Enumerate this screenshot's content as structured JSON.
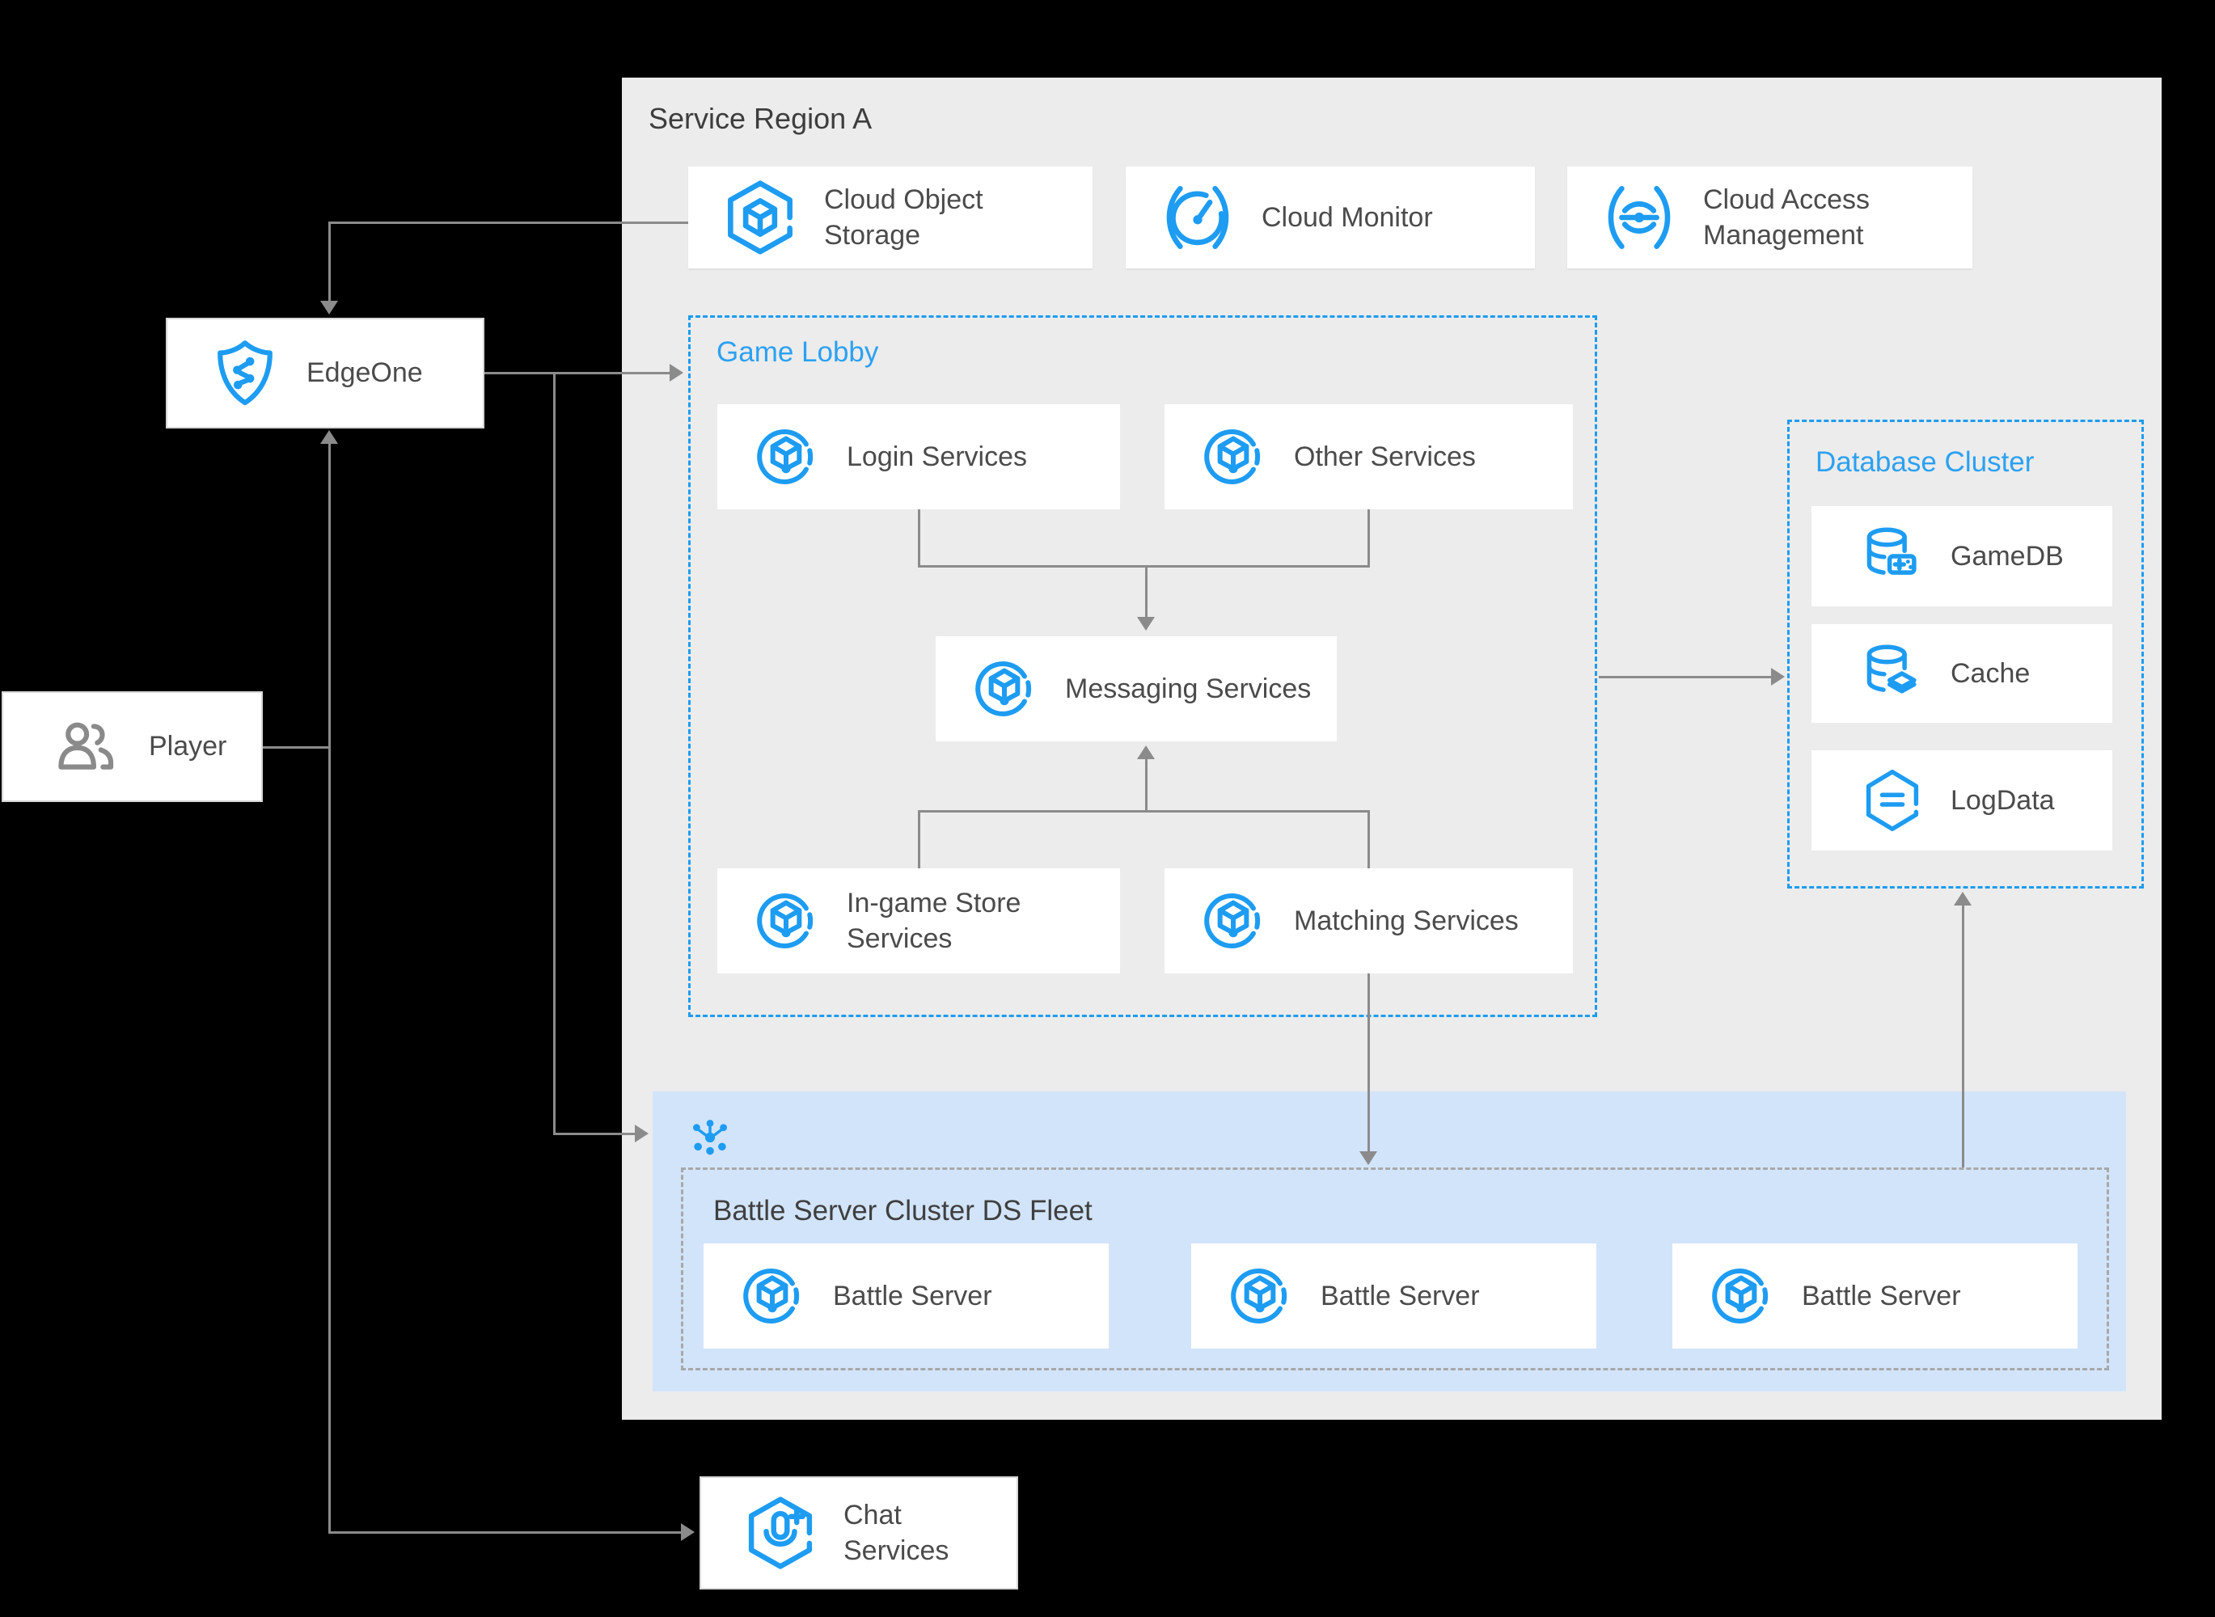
{
  "region": {
    "title": "Service Region A"
  },
  "top_services": [
    {
      "label": "Cloud Object Storage",
      "icon": "cos-icon"
    },
    {
      "label": "Cloud Monitor",
      "icon": "cloud-monitor-icon"
    },
    {
      "label": "Cloud Access Management",
      "icon": "cam-icon"
    }
  ],
  "game_lobby": {
    "title": "Game Lobby",
    "items": {
      "login": "Login Services",
      "other": "Other Services",
      "messaging": "Messaging Services",
      "store": "In-game Store Services",
      "matching": "Matching Services"
    }
  },
  "database_cluster": {
    "title": "Database Cluster",
    "items": {
      "gamedb": "GameDB",
      "cache": "Cache",
      "logdata": "LogData"
    }
  },
  "battle_cluster": {
    "title": "Battle Server Cluster DS Fleet",
    "servers": [
      "Battle Server",
      "Battle Server",
      "Battle Server"
    ]
  },
  "edgeone": {
    "label": "EdgeOne",
    "icon": "edgeone-shield-icon"
  },
  "player": {
    "label": "Player",
    "icon": "player-users-icon"
  },
  "chat": {
    "label": "Chat Services",
    "icon": "chat-services-icon"
  },
  "icons": {
    "service": "circle-cube-service-icon",
    "cluster": "cluster-nodes-icon",
    "gamedb": "database-gamepad-icon",
    "cache": "database-layers-icon",
    "logdata": "hexagon-log-icon"
  },
  "colors": {
    "background": "#000000",
    "region_panel": "#ececec",
    "battle_panel": "#d2e4fa",
    "accent_blue": "#1d9cf2",
    "blue_title": "#2ba1f2",
    "dashed_blue": "#1e9cef",
    "dashed_gray": "#a8a8a8",
    "line_gray": "#8b8b8b",
    "label_text": "#4b4b4b"
  }
}
